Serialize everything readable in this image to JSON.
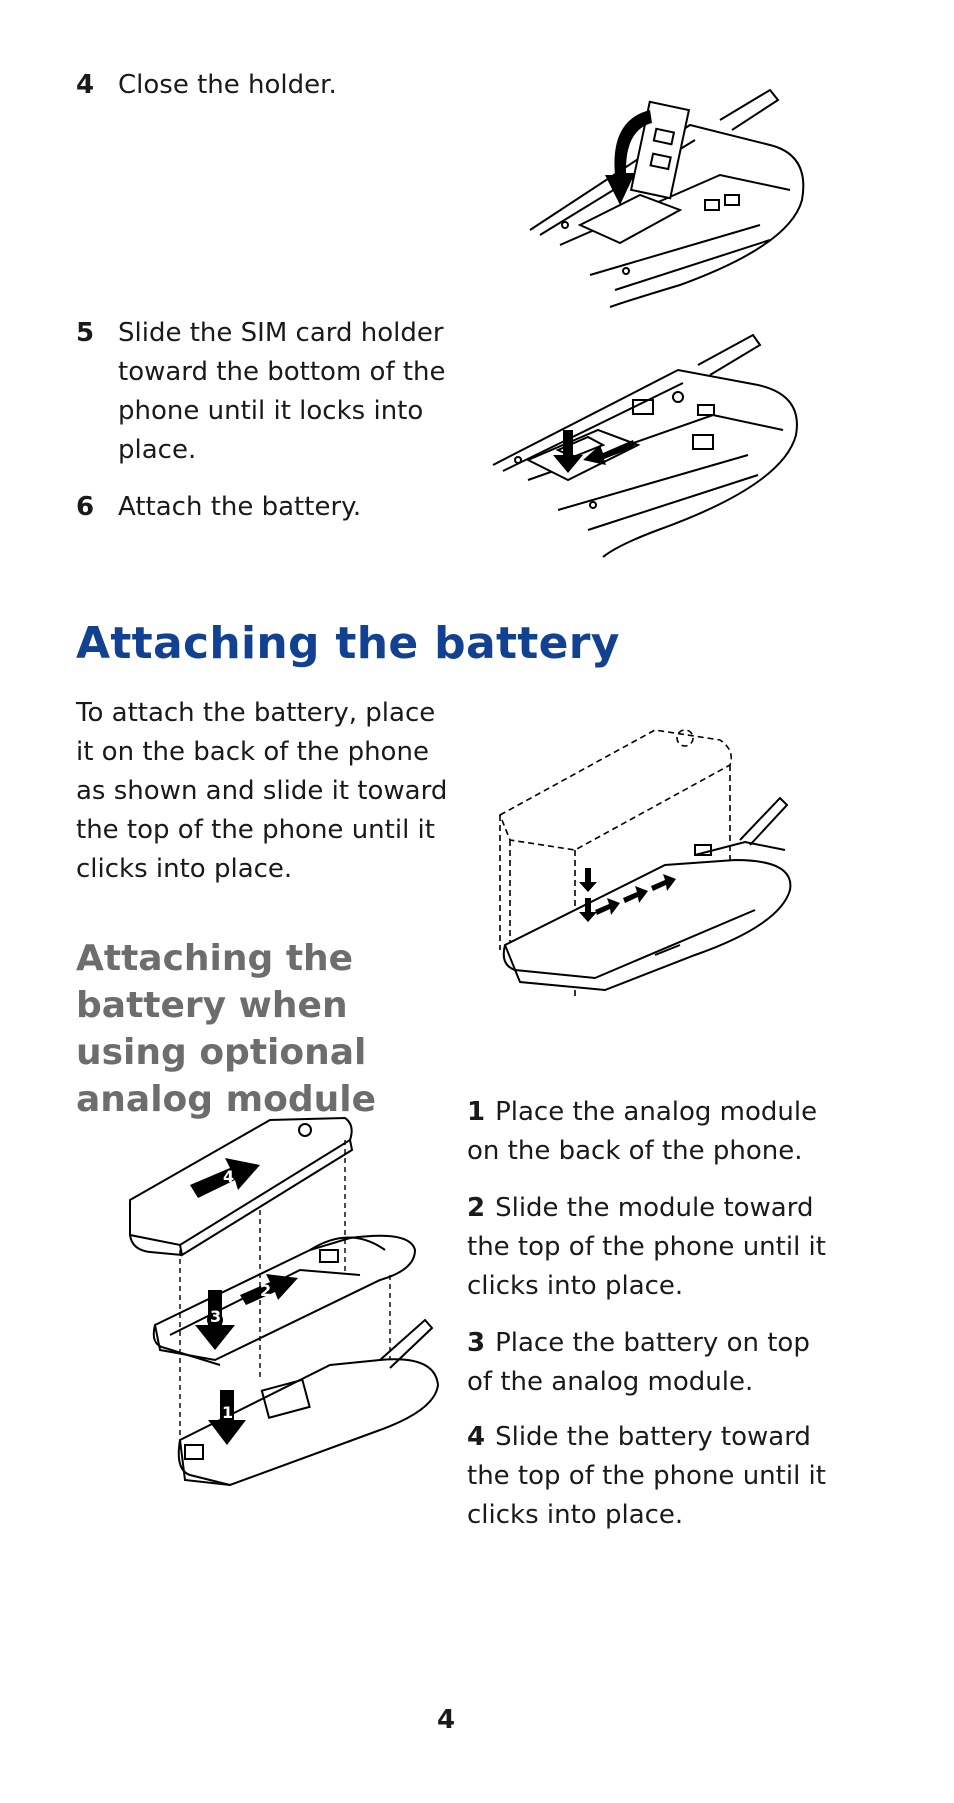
{
  "top_steps": [
    {
      "num": "4",
      "text": "Close the holder."
    },
    {
      "num": "5",
      "text": "Slide the SIM card holder toward the bottom of the phone until it locks into place."
    },
    {
      "num": "6",
      "text": "Attach the battery."
    }
  ],
  "section_title": "Attaching the battery",
  "section_body": "To attach the battery, place it on the back of the phone as shown and slide it toward the top of the phone until it clicks into place.",
  "subsection_title": "Attaching the battery when using optional analog module",
  "module_steps": [
    {
      "num": "1",
      "text": "Place the analog module on the back of the phone."
    },
    {
      "num": "2",
      "text": "Slide the module toward the top of the phone until it clicks into place."
    },
    {
      "num": "3",
      "text": "Place the battery on top of the analog module."
    },
    {
      "num": "4",
      "text": "Slide the battery toward the top of the phone until it clicks into place."
    }
  ],
  "figure_callouts": [
    "1",
    "2",
    "3",
    "4"
  ],
  "page_number": "4",
  "colors": {
    "heading": "#124191",
    "subheading": "#6d6d6d"
  }
}
